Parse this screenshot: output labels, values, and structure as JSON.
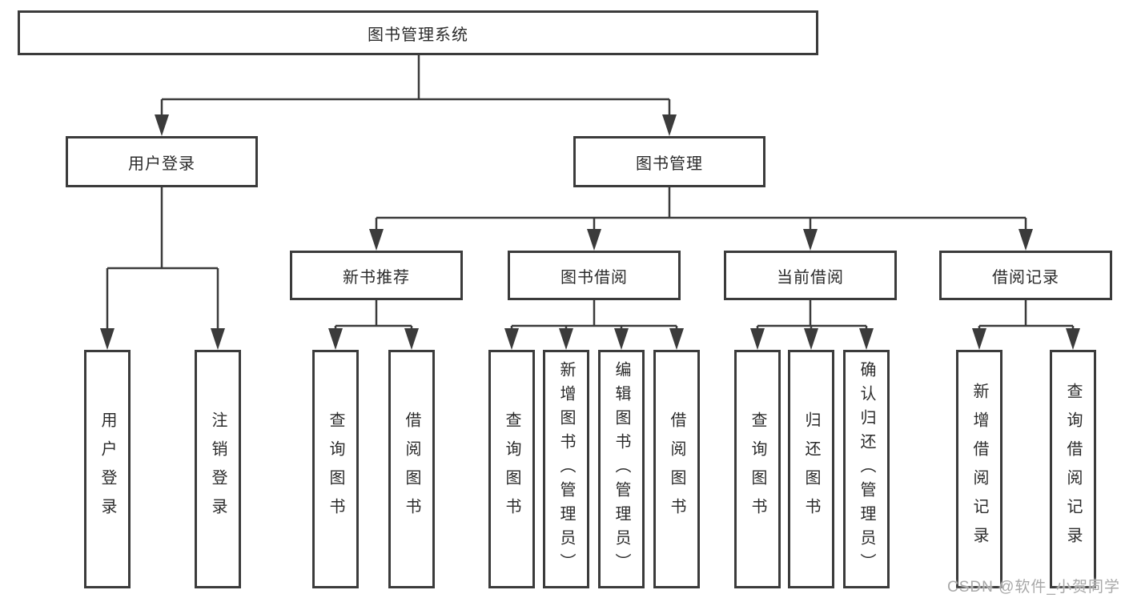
{
  "watermark": "CSDN @软件_小贺同学",
  "colors": {
    "line": "#3b3b3b",
    "box_border": "#3b3b3b",
    "text": "#2b2b2b",
    "watermark_text": "#a8a8a8",
    "background": "#ffffff"
  },
  "tree": {
    "label": "图书管理系统",
    "children": [
      {
        "label": "用户登录",
        "children": [
          {
            "label": "用户登录"
          },
          {
            "label": "注销登录"
          }
        ]
      },
      {
        "label": "图书管理",
        "children": [
          {
            "label": "新书推荐",
            "children": [
              {
                "label": "查询图书"
              },
              {
                "label": "借阅图书"
              }
            ]
          },
          {
            "label": "图书借阅",
            "children": [
              {
                "label": "查询图书"
              },
              {
                "label": "新增图书（管理员）"
              },
              {
                "label": "编辑图书（管理员）"
              },
              {
                "label": "借阅图书"
              }
            ]
          },
          {
            "label": "当前借阅",
            "children": [
              {
                "label": "查询图书"
              },
              {
                "label": "归还图书"
              },
              {
                "label": "确认归还（管理员）"
              }
            ]
          },
          {
            "label": "借阅记录",
            "children": [
              {
                "label": "新增借阅记录"
              },
              {
                "label": "查询借阅记录"
              }
            ]
          }
        ]
      }
    ]
  }
}
